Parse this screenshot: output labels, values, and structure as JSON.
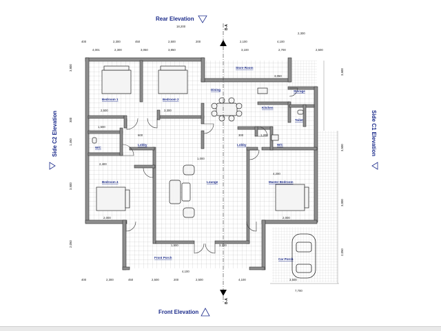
{
  "elevations": {
    "rear": "Rear Elevation",
    "front": "Front Elevation",
    "side_c2": "Side C2 Elevation",
    "side_c1": "Side C1 Elevation"
  },
  "section_marks": {
    "top": "B-A",
    "bottom": "B-A"
  },
  "rooms": {
    "bedroom1": "Bedroom 1",
    "bedroom2": "Bedroom 2",
    "bedroom4": "Bedroom 4",
    "master": "Master Bedroom",
    "dining": "Dining",
    "kitchen": "Kitchen",
    "store": "Store Room",
    "storage": "Storage",
    "wc": "W/C",
    "toilet": "Toilet",
    "lobby_left": "Lobby",
    "lobby_right": "Lobby",
    "lounge": "Lounge",
    "front_porch": "Front Porch",
    "car_porch": "Car Porch",
    "ensuite": "W/C"
  },
  "dims": {
    "top_total": "18,200",
    "top_row": [
      "400",
      "2,300",
      "450",
      "2,500",
      "200",
      "2,100",
      "4,100",
      "2,300"
    ],
    "top_row2": [
      "4,001",
      "2,300",
      "3,050",
      "3,850",
      "3,100",
      "2,700",
      "2,500"
    ],
    "bottom_row": [
      "400",
      "2,300",
      "450",
      "2,500",
      "200",
      "2,500",
      "4,100",
      "3,500"
    ],
    "bottom_total": "7,700",
    "left_col": [
      "3,800",
      "300",
      "1,450",
      "3,500",
      "2,050"
    ],
    "right_col": [
      "3,600",
      "3,500",
      "3,000",
      "2,050"
    ],
    "inner": [
      "2,500",
      "3,300",
      "1,500",
      "600",
      "2,400",
      "1,000",
      "4,200",
      "300",
      "3,050",
      "1,200",
      "2,000",
      "1,500",
      "3,100",
      "2,000",
      "4,100"
    ]
  }
}
